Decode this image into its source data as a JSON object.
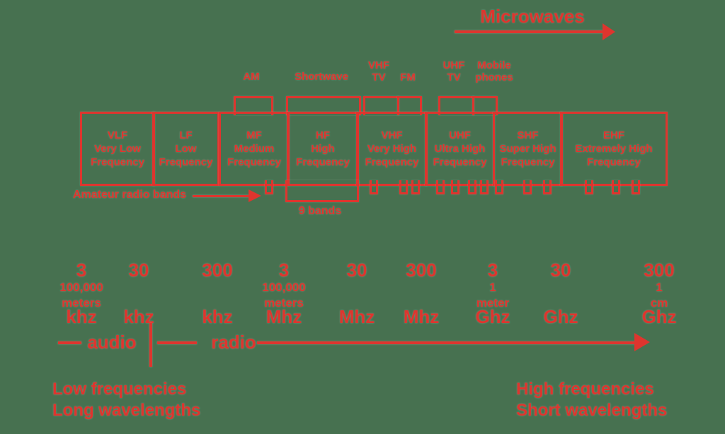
{
  "colors": {
    "background": "#477150",
    "ink": "#de352e"
  },
  "microwaves": {
    "label": "Microwaves"
  },
  "allocations": [
    {
      "id": "am",
      "label": "AM"
    },
    {
      "id": "shortwave",
      "label": "Shortwave"
    },
    {
      "id": "vhf-tv",
      "label": "VHF\nTV"
    },
    {
      "id": "fm",
      "label": "FM"
    },
    {
      "id": "uhf-tv",
      "label": "UHF\nTV"
    },
    {
      "id": "mobile-phones",
      "label": "Mobile\nphones"
    }
  ],
  "bands": [
    {
      "abbr": "VLF",
      "name": "Very Low",
      "word": "Frequency"
    },
    {
      "abbr": "LF",
      "name": "Low",
      "word": "Frequency"
    },
    {
      "abbr": "MF",
      "name": "Medium",
      "word": "Frequency"
    },
    {
      "abbr": "HF",
      "name": "High",
      "word": "Frequency"
    },
    {
      "abbr": "VHF",
      "name": "Very High",
      "word": "Frequency"
    },
    {
      "abbr": "UHF",
      "name": "Ultra High",
      "word": "Frequency"
    },
    {
      "abbr": "SHF",
      "name": "Super High",
      "word": "Frequency"
    },
    {
      "abbr": "EHF",
      "name": "Extremely High",
      "word": "Frequency"
    }
  ],
  "amateur": {
    "label": "Amateur radio bands",
    "hf_note": "9 bands"
  },
  "frequency_scale": [
    {
      "value": "3",
      "unit": "khz",
      "wavelength": "100,000\nmeters"
    },
    {
      "value": "30",
      "unit": "khz"
    },
    {
      "value": "300",
      "unit": "khz"
    },
    {
      "value": "3",
      "unit": "Mhz",
      "wavelength": "100,000\nmeters"
    },
    {
      "value": "30",
      "unit": "Mhz"
    },
    {
      "value": "300",
      "unit": "Mhz"
    },
    {
      "value": "3",
      "unit": "Ghz",
      "wavelength": "1\nmeter"
    },
    {
      "value": "30",
      "unit": "Ghz"
    },
    {
      "value": "300",
      "unit": "Ghz",
      "wavelength": "1\ncm"
    }
  ],
  "axis": {
    "audio_label": "audio",
    "radio_label": "radio"
  },
  "captions": {
    "bottom_left": "Low frequencies\nLong wavelengths",
    "bottom_right": "High frequencies\nShort wavelengths"
  }
}
